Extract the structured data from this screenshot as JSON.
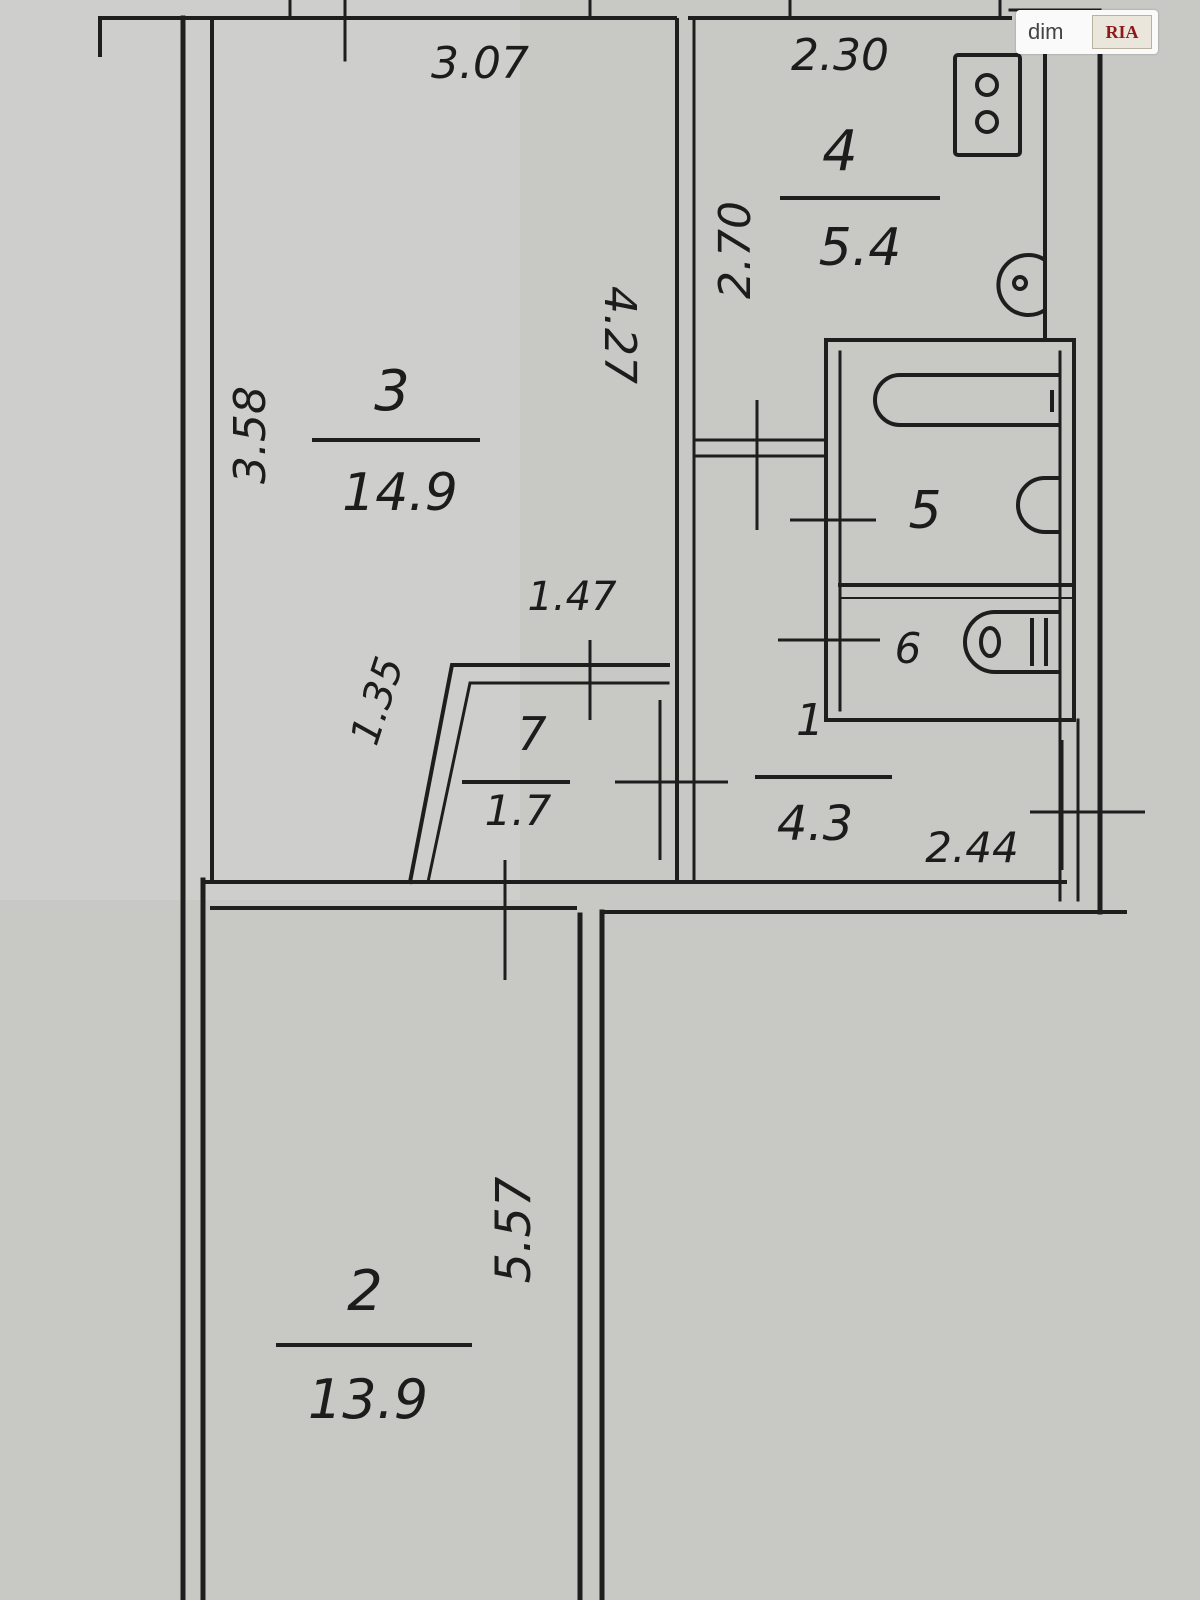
{
  "watermark": {
    "brand": "dim",
    "logo": "RIA"
  },
  "rooms": [
    {
      "id": "room-3",
      "number": "3",
      "area": "14.9"
    },
    {
      "id": "room-4",
      "number": "4",
      "area": "5.4"
    },
    {
      "id": "room-5",
      "number": "5"
    },
    {
      "id": "room-6",
      "number": "6"
    },
    {
      "id": "room-7",
      "number": "7",
      "area": "1.7"
    },
    {
      "id": "room-1",
      "number": "1",
      "area": "4.3"
    },
    {
      "id": "room-2",
      "number": "2",
      "area": "13.9"
    }
  ],
  "dimensions": {
    "room3_width": "3.07",
    "kitchen_width": "2.30",
    "kitchen_depth": "2.70",
    "room3_right_length": "4.27",
    "room3_left_length": "3.58",
    "closet_width": "1.47",
    "closet_diag": "1.35",
    "hall_width": "2.44",
    "room2_length": "5.57"
  },
  "icons": {
    "stove": "stove-icon",
    "sink": "round-sink-icon",
    "bathtub": "bathtub-icon",
    "washbasin": "washbasin-icon",
    "toilet": "toilet-icon"
  }
}
